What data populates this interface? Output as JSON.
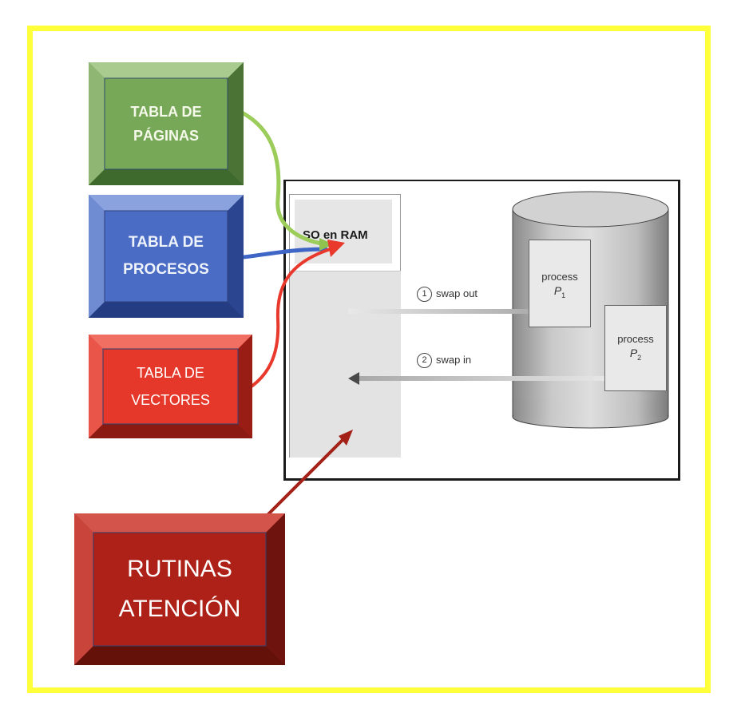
{
  "boxes": {
    "paginas": {
      "line1": "TABLA DE",
      "line2": "PÁGINAS"
    },
    "procesos": {
      "line1": "TABLA DE",
      "line2": "PROCESOS"
    },
    "vectores": {
      "line1": "TABLA DE",
      "line2": "VECTORES"
    },
    "rutinas": {
      "line1": "RUTINAS",
      "line2": "ATENCIÓN"
    }
  },
  "swap_diagram": {
    "ram_label": "SO en RAM",
    "swap_out": {
      "number": "1",
      "label": "swap out"
    },
    "swap_in": {
      "number": "2",
      "label": "swap in"
    },
    "process1": {
      "word": "process",
      "name": "P",
      "sub": "1"
    },
    "process2": {
      "word": "process",
      "name": "P",
      "sub": "2"
    }
  },
  "colors": {
    "frame": "#ffff3a",
    "paginas": "#77a857",
    "procesos": "#4a6cc4",
    "vectores": "#e5382b",
    "rutinas": "#ad2118",
    "arrow_green": "#9ccc5a",
    "arrow_blue": "#3f66c6",
    "arrow_red": "#e8392c",
    "arrow_darkred": "#a42117"
  }
}
